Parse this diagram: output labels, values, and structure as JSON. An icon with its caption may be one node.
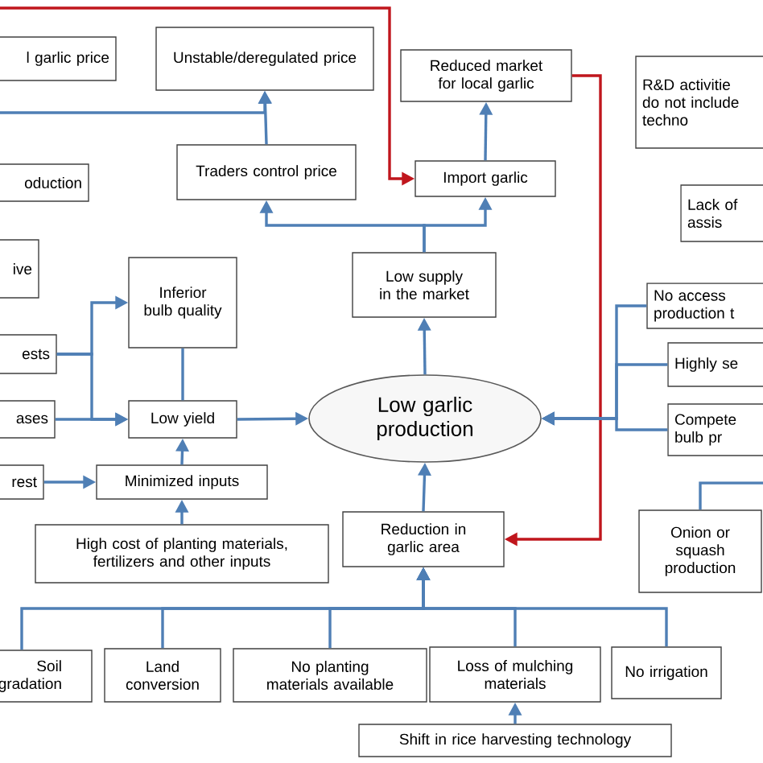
{
  "diagram": {
    "nodes": [
      {
        "text": [
          "l garlic price"
        ]
      },
      {
        "text": [
          "Unstable/deregulated price"
        ]
      },
      {
        "text": [
          "Reduced market for local garlic"
        ]
      },
      {
        "text": [
          "R&D activitie do not include techno"
        ]
      },
      {
        "text": [
          "oduction"
        ]
      },
      {
        "text": [
          "Traders control price"
        ]
      },
      {
        "text": [
          "Import garlic"
        ]
      },
      {
        "text": [
          "Lack of assis"
        ]
      },
      {
        "text": [
          "ive"
        ]
      },
      {
        "text": [
          "Inferior bulb quality"
        ]
      },
      {
        "text": [
          "Low supply in the market"
        ]
      },
      {
        "text": [
          "No access production t"
        ]
      },
      {
        "text": [
          "ests"
        ]
      },
      {
        "text": [
          "Highly se"
        ]
      },
      {
        "text": [
          "ases"
        ]
      },
      {
        "text": [
          "Low yield"
        ]
      },
      {
        "text": [
          "Low garlic production"
        ]
      },
      {
        "text": [
          "Compete bulb pr"
        ]
      },
      {
        "text": [
          "rest"
        ]
      },
      {
        "text": [
          "Minimized inputs"
        ]
      },
      {
        "text": [
          "High cost of planting materials, fertilizers and other inputs"
        ]
      },
      {
        "text": [
          "Reduction in garlic area"
        ]
      },
      {
        "text": [
          "Onion or squash production"
        ]
      },
      {
        "text": [
          "Soil gradation"
        ]
      },
      {
        "text": [
          "Land conversion"
        ]
      },
      {
        "text": [
          "No planting materials available"
        ]
      },
      {
        "text": [
          "Loss of mulching materials"
        ]
      },
      {
        "text": [
          "No irrigation"
        ]
      },
      {
        "text": [
          "Shift in rice harvesting technology"
        ]
      }
    ],
    "edges": [
      {
        "from": 15,
        "to": 9,
        "arrow": "none"
      },
      {
        "from": 12,
        "to": 9,
        "arrow": "to"
      },
      {
        "from": 12,
        "to": 15,
        "arrow": "to"
      },
      {
        "from": 14,
        "to": 15,
        "arrow": "to"
      },
      {
        "from": 15,
        "to": 16,
        "arrow": "to"
      },
      {
        "from": 19,
        "to": 15,
        "arrow": "to"
      },
      {
        "from": 18,
        "to": 19,
        "arrow": "to"
      },
      {
        "from": 20,
        "to": 19,
        "arrow": "to"
      },
      {
        "from": 21,
        "to": 16,
        "arrow": "to"
      },
      {
        "from": 16,
        "to": 10,
        "arrow": "to"
      },
      {
        "from": 10,
        "to": 5,
        "arrow": "to"
      },
      {
        "from": 10,
        "to": 6,
        "arrow": "to"
      },
      {
        "from": 6,
        "to": 2,
        "arrow": "to"
      },
      {
        "from": 5,
        "to": 1,
        "arrow": "to"
      },
      {
        "from": null,
        "to": 1,
        "arrow": "to"
      },
      {
        "from": null,
        "to": 6,
        "arrow": "to",
        "color": "#c0161d"
      },
      {
        "from": 2,
        "to": 21,
        "arrow": "to",
        "color": "#c0161d"
      },
      {
        "from": 11,
        "to": 16,
        "arrow": "to"
      },
      {
        "from": 13,
        "to": 16,
        "arrow": "to"
      },
      {
        "from": 17,
        "to": 16,
        "arrow": "to"
      },
      {
        "from": 22,
        "to": null,
        "arrow": "none"
      },
      {
        "from": 23,
        "to": 21,
        "arrow": "to"
      },
      {
        "from": 24,
        "to": 21,
        "arrow": "to"
      },
      {
        "from": 25,
        "to": 21,
        "arrow": "to"
      },
      {
        "from": 26,
        "to": 21,
        "arrow": "to"
      },
      {
        "from": 27,
        "to": 21,
        "arrow": "to"
      },
      {
        "from": 28,
        "to": 26,
        "arrow": "to"
      }
    ]
  }
}
